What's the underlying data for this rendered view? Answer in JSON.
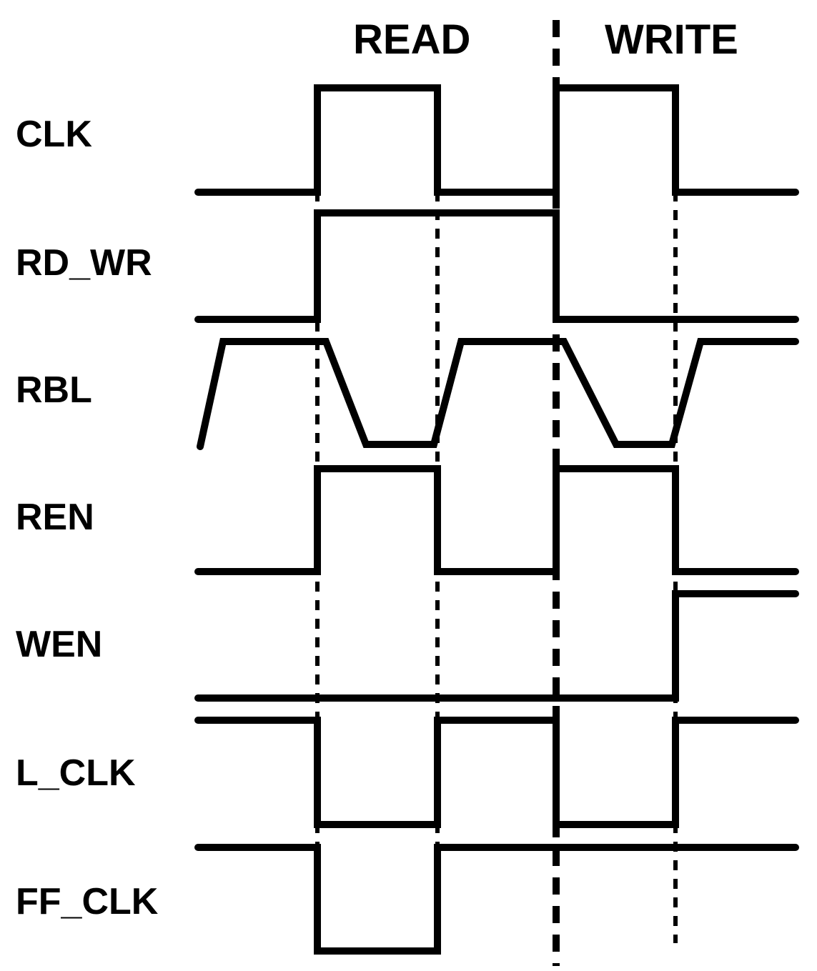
{
  "phases": {
    "read": "READ",
    "write": "WRITE"
  },
  "signals": [
    {
      "id": "clk",
      "label": "CLK"
    },
    {
      "id": "rd_wr",
      "label": "RD_WR"
    },
    {
      "id": "rbl",
      "label": "RBL"
    },
    {
      "id": "ren",
      "label": "REN"
    },
    {
      "id": "wen",
      "label": "WEN"
    },
    {
      "id": "l_clk",
      "label": "L_CLK"
    },
    {
      "id": "ff_clk",
      "label": "FF_CLK"
    }
  ],
  "colors": {
    "line": "#000000",
    "background": "#ffffff"
  }
}
